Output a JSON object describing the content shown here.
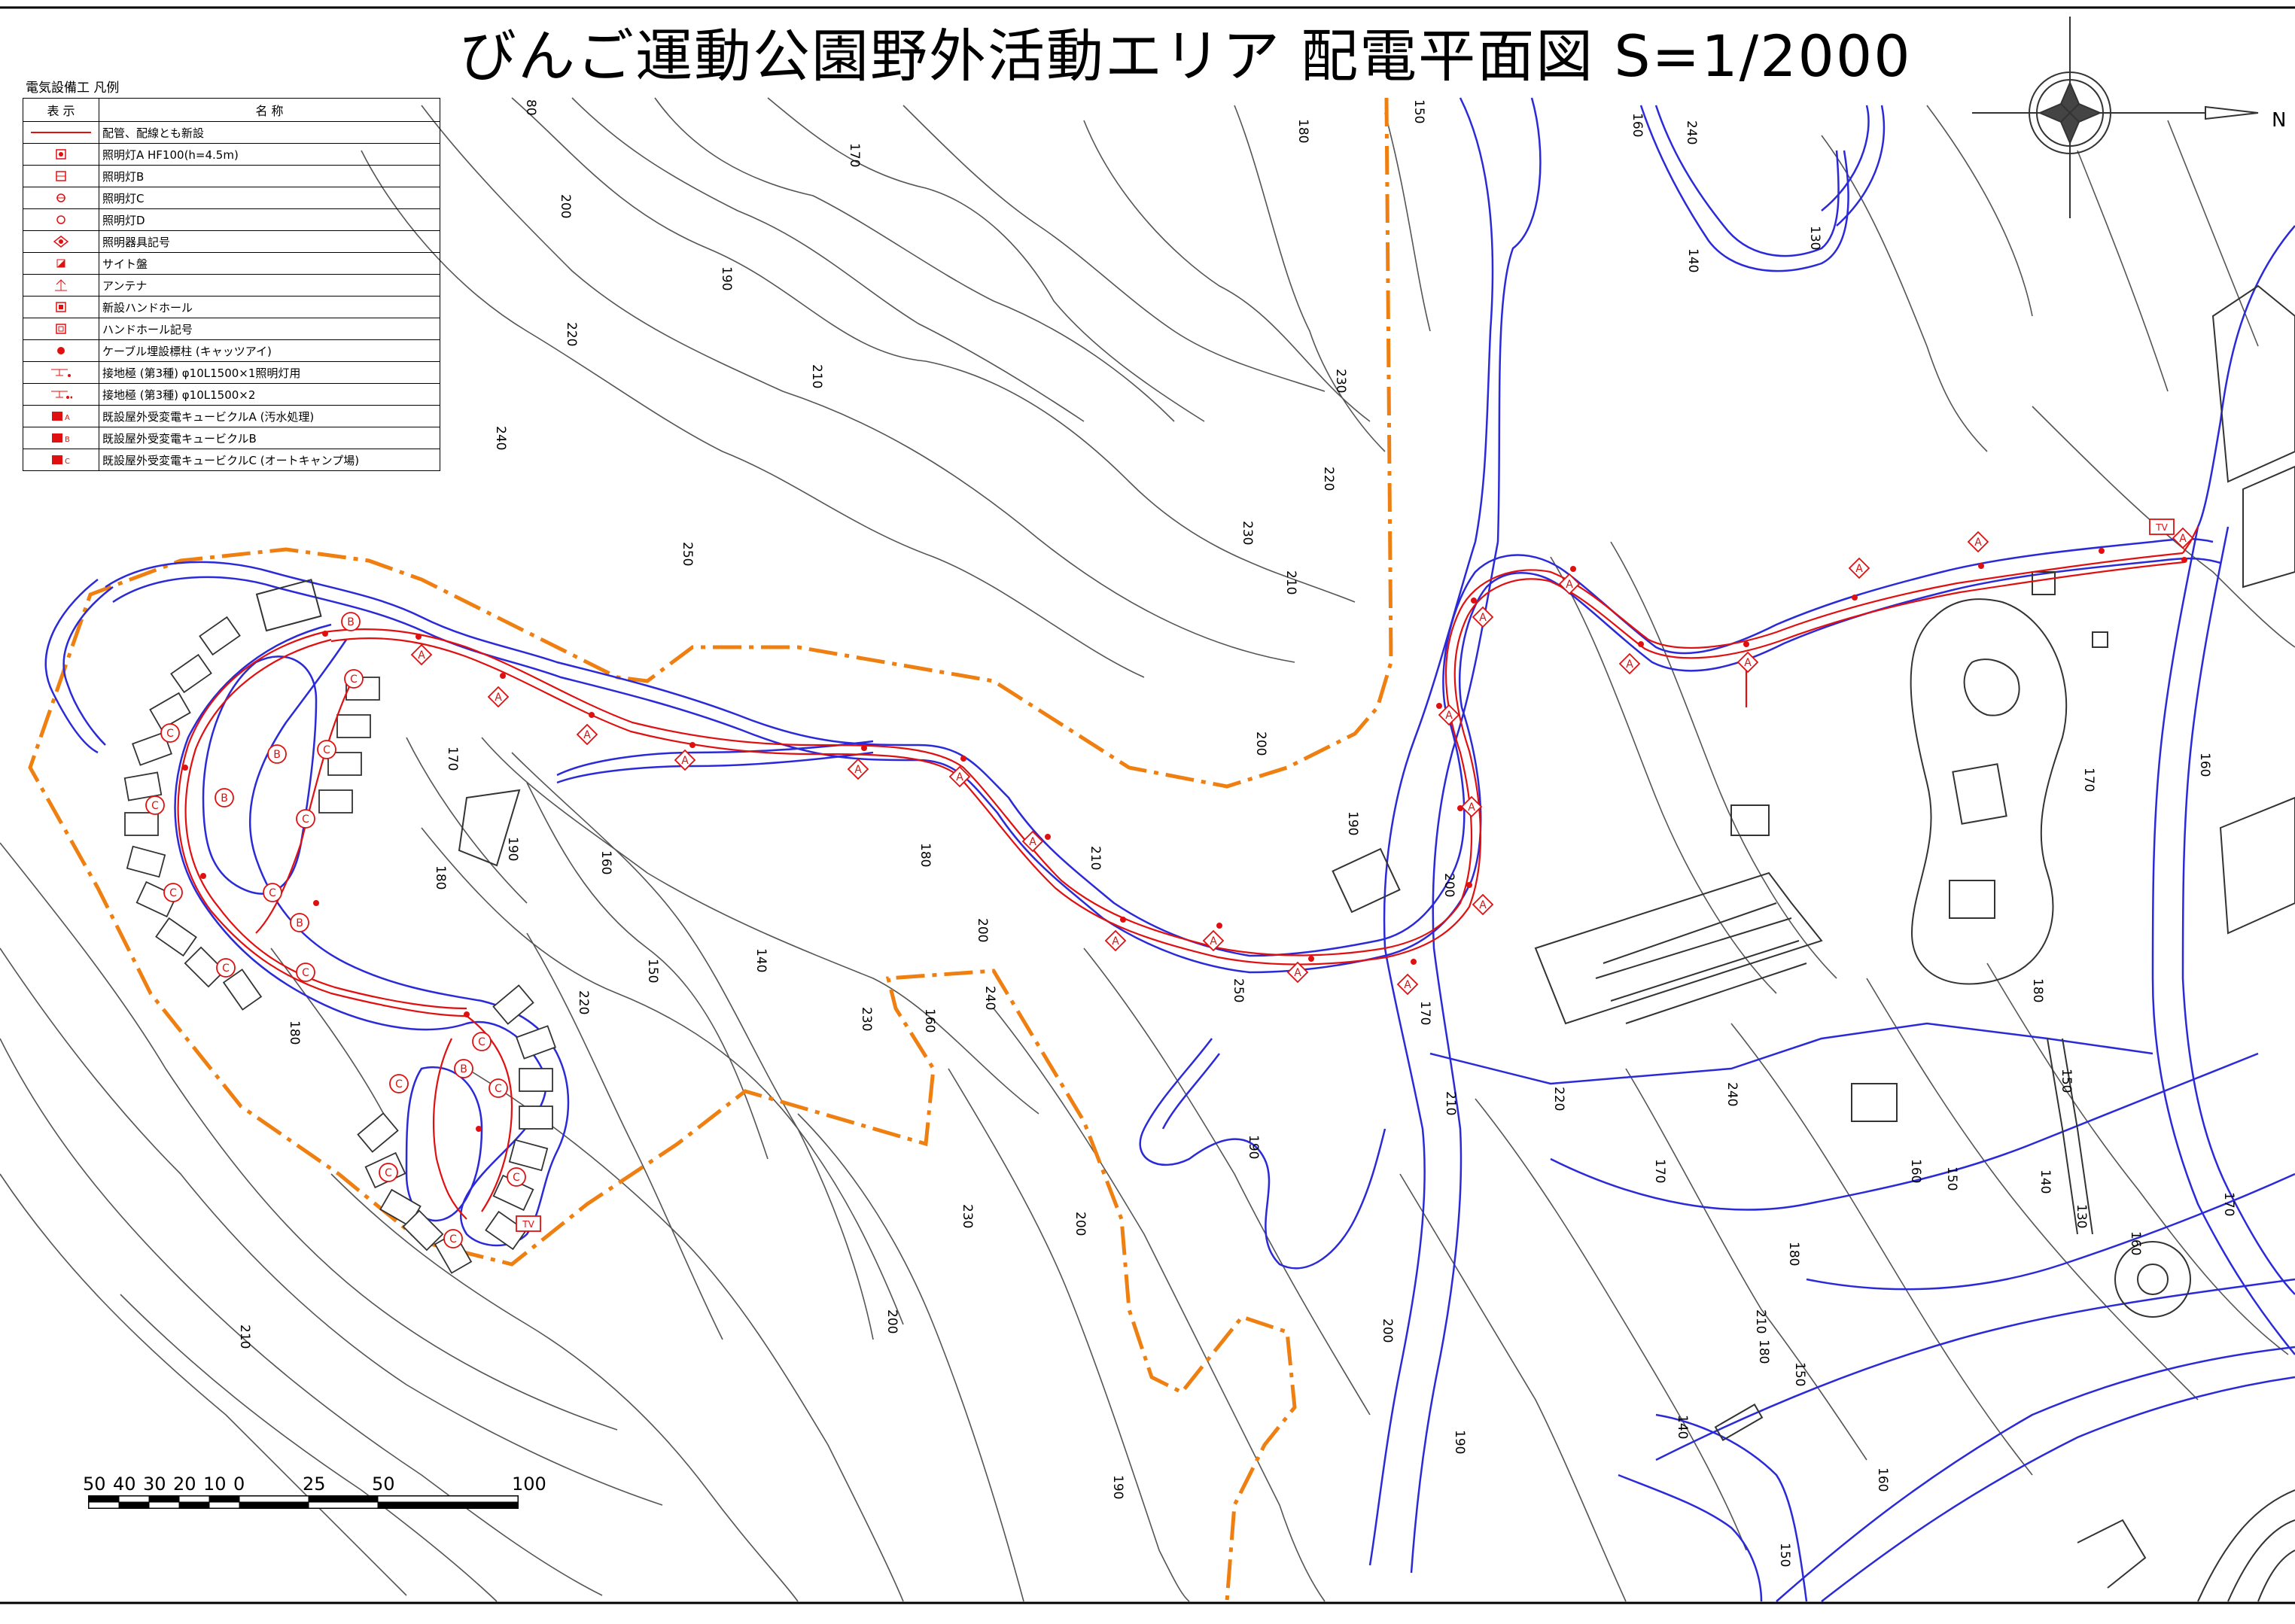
{
  "title": "びんご運動公園野外活動エリア 配電平面図  S=1/2000",
  "legend": {
    "caption": "電気設備工  凡例",
    "header_symbol": "表 示",
    "header_name": "名  称",
    "rows": [
      {
        "icon": "wiring-line-icon",
        "name": "配管、配線とも新設"
      },
      {
        "icon": "light-a-icon",
        "name": "照明灯A HF100(h=4.5m)"
      },
      {
        "icon": "light-b-icon",
        "name": "照明灯B"
      },
      {
        "icon": "light-c-icon",
        "name": "照明灯C"
      },
      {
        "icon": "light-d-icon",
        "name": "照明灯D"
      },
      {
        "icon": "fixture-code-icon",
        "name": "照明器具記号"
      },
      {
        "icon": "site-panel-icon",
        "name": "サイト盤"
      },
      {
        "icon": "antenna-icon",
        "name": "アンテナ"
      },
      {
        "icon": "handhole-new-icon",
        "name": "新設ハンドホール"
      },
      {
        "icon": "handhole-code-icon",
        "name": "ハンドホール記号"
      },
      {
        "icon": "cable-marker-icon",
        "name": "ケーブル埋設標柱 (キャッツアイ)"
      },
      {
        "icon": "ground-rod-1-icon",
        "name": "接地極 (第3種) φ10L1500×1照明灯用"
      },
      {
        "icon": "ground-rod-2-icon",
        "name": "接地極 (第3種) φ10L1500×2"
      },
      {
        "icon": "cubicle-a-icon",
        "name": "既設屋外受変電キュービクルA (汚水処理)"
      },
      {
        "icon": "cubicle-b-icon",
        "name": "既設屋外受変電キュービクルB"
      },
      {
        "icon": "cubicle-c-icon",
        "name": "既設屋外受変電キュービクルC (オートキャンプ場)"
      }
    ]
  },
  "scale_bar": {
    "labels": [
      "50",
      "40",
      "30",
      "20",
      "10",
      "0",
      "25",
      "50",
      "100"
    ]
  },
  "north_label": "N",
  "colors": {
    "contour": "#555555",
    "road": "#2a2ad8",
    "cable": "#e01010",
    "boundary": "#ef7f10",
    "structure": "#333333"
  },
  "contours": [
    {
      "label": "80",
      "rot": 90
    },
    {
      "label": "170",
      "rot": 90
    },
    {
      "label": "200",
      "rot": 90
    },
    {
      "label": "190",
      "rot": 90
    },
    {
      "label": "220",
      "rot": 90
    },
    {
      "label": "210",
      "rot": 90
    },
    {
      "label": "240",
      "rot": 90
    },
    {
      "label": "250",
      "rot": 90
    },
    {
      "label": "180",
      "rot": 90
    },
    {
      "label": "150",
      "rot": 90
    },
    {
      "label": "160",
      "rot": 90
    },
    {
      "label": "130",
      "rot": 90
    },
    {
      "label": "140",
      "rot": 90
    },
    {
      "label": "230",
      "rot": 90
    },
    {
      "label": "200",
      "rot": 90
    },
    {
      "label": "210",
      "rot": 90
    },
    {
      "label": "170",
      "rot": 90
    },
    {
      "label": "190",
      "rot": 90
    },
    {
      "label": "180",
      "rot": 90
    },
    {
      "label": "150",
      "rot": 90
    },
    {
      "label": "160",
      "rot": 90
    },
    {
      "label": "140",
      "rot": 90
    }
  ],
  "map_labels": [
    "80",
    "170",
    "200",
    "190",
    "220",
    "210",
    "240",
    "250",
    "180",
    "150",
    "160",
    "130",
    "140",
    "230",
    "220",
    "240",
    "230",
    "210",
    "200",
    "190",
    "200",
    "180",
    "170",
    "190",
    "180",
    "160",
    "150",
    "140",
    "200",
    "210",
    "220",
    "230",
    "240",
    "250",
    "160",
    "170",
    "180",
    "190",
    "200",
    "210",
    "220",
    "230",
    "240",
    "170",
    "180",
    "160",
    "150",
    "140",
    "130",
    "150",
    "160",
    "170",
    "180",
    "190",
    "200",
    "210",
    "150",
    "160",
    "140",
    "150",
    "160",
    "170",
    "180",
    "190",
    "200",
    "210"
  ],
  "map_markers": {
    "light_a": "A",
    "light_b": "B",
    "light_c": "C",
    "tv": "TV"
  }
}
